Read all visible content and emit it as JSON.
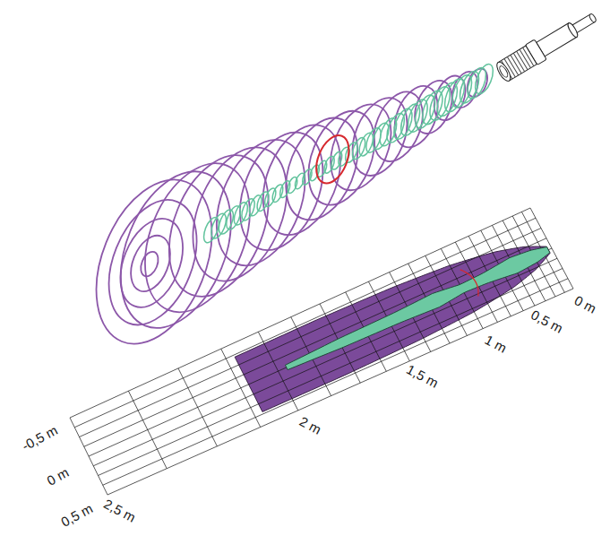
{
  "diagram": {
    "labels": [
      "0 m",
      "0,5 m",
      "1 m",
      "1,5 m",
      "2 m",
      "2,5 m",
      "-0,5 m",
      "0 m",
      "0,5 m"
    ]
  }
}
